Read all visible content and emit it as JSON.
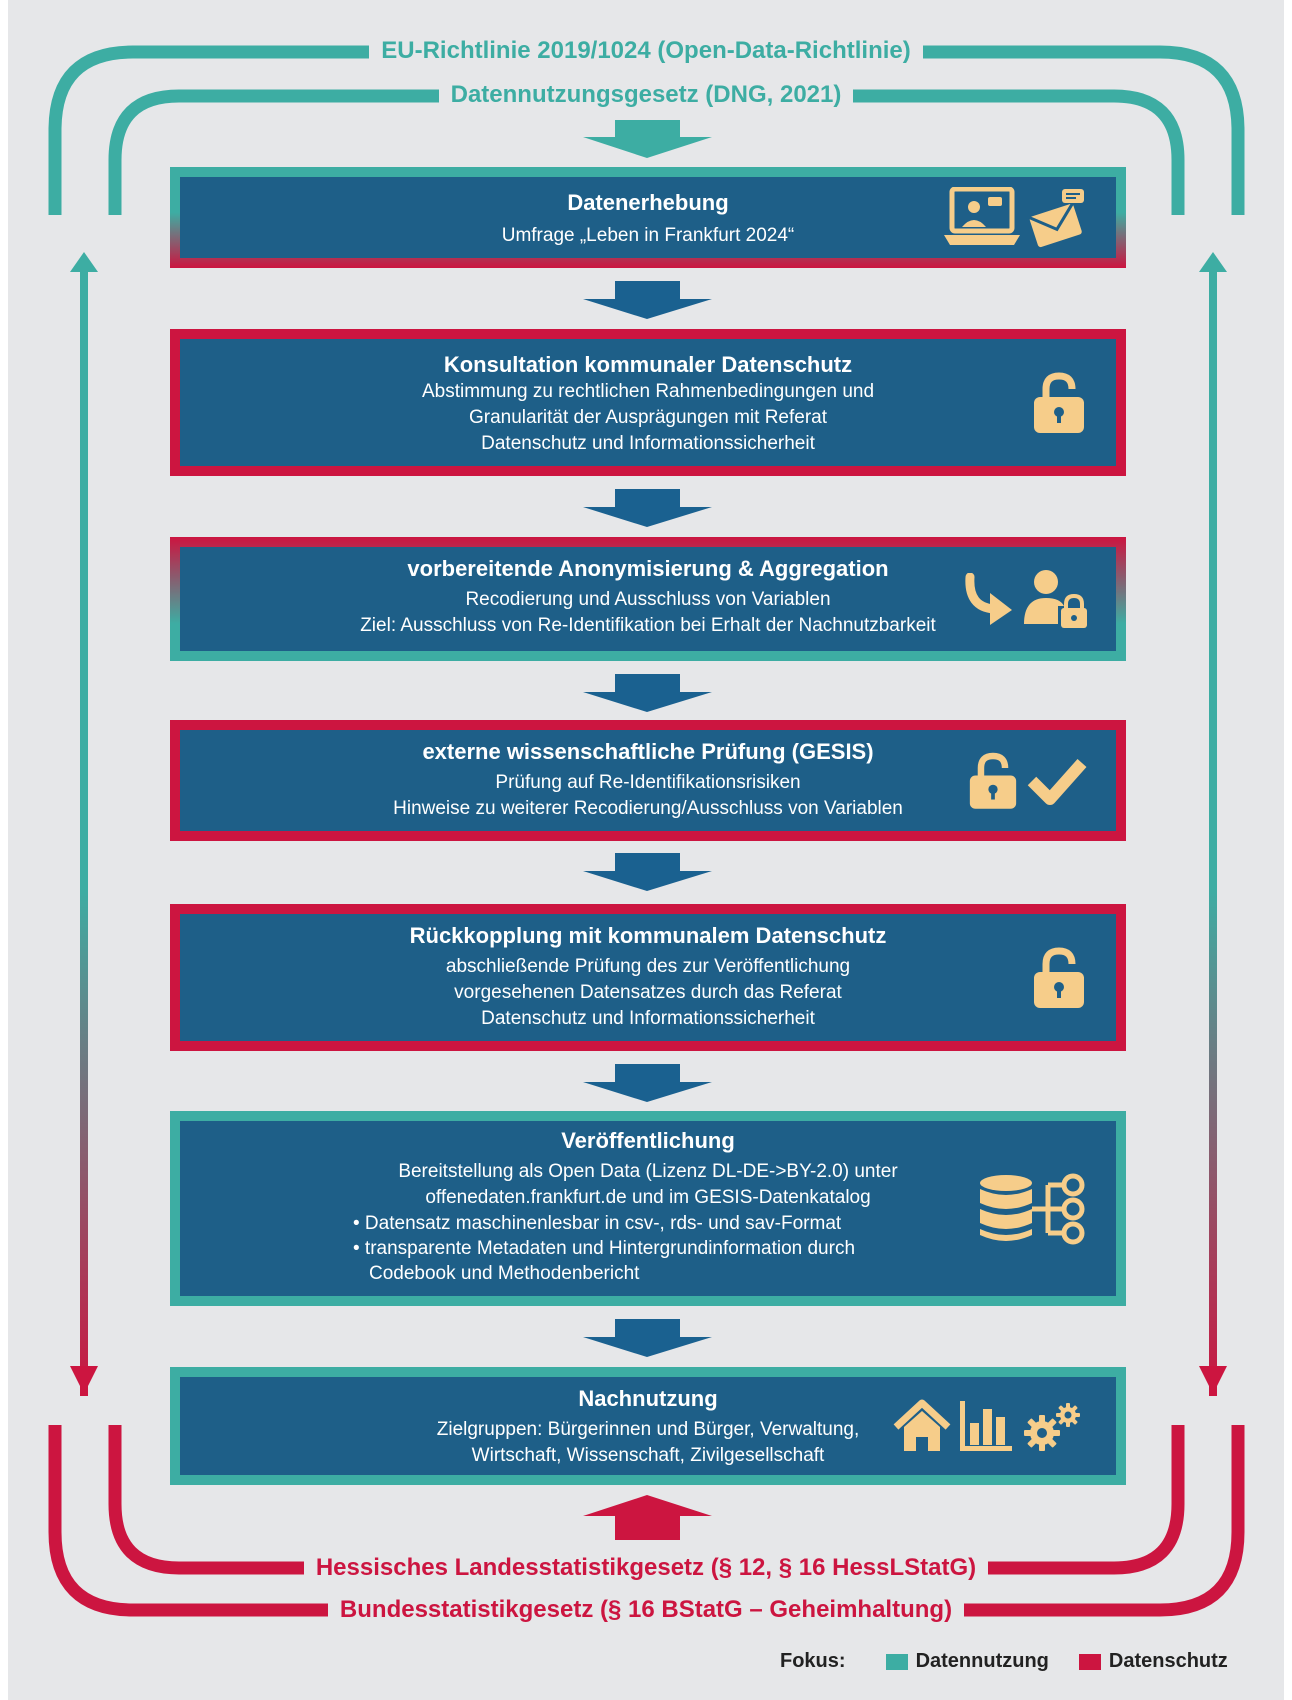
{
  "laws": {
    "top_outer": "EU-Richtlinie 2019/1024 (Open-Data-Richtlinie)",
    "top_inner": "Datennutzungsgesetz (DNG, 2021)",
    "bottom_inner": "Hessisches Landesstatistikgesetz (§ 12, § 16 HessLStatG)",
    "bottom_outer": "Bundesstatistikgesetz (§ 16 BStatG – Geheimhaltung)"
  },
  "steps": [
    {
      "title": "Datenerhebung",
      "lines": [
        "Umfrage „Leben in Frankfurt 2024“"
      ],
      "icons": [
        "laptop-video-icon",
        "envelope-message-icon"
      ]
    },
    {
      "title": "Konsultation kommunaler Datenschutz",
      "lines": [
        "Abstimmung zu rechtlichen Rahmenbedingungen und",
        "Granularität der Ausprägungen mit Referat",
        "Datenschutz und Informationssicherheit"
      ],
      "icons": [
        "lock-icon"
      ]
    },
    {
      "title": "vorbereitende Anonymisierung & Aggregation",
      "lines": [
        "Recodierung und Ausschluss von Variablen",
        "Ziel: Ausschluss von Re-Identifikation bei Erhalt der Nachnutzbarkeit"
      ],
      "icons": [
        "arrow-share-icon",
        "user-lock-icon"
      ]
    },
    {
      "title": "externe wissenschaftliche Prüfung (GESIS)",
      "lines": [
        "Prüfung auf Re-Identifikationsrisiken",
        "Hinweise zu weiterer Recodierung/Ausschluss von Variablen"
      ],
      "icons": [
        "lock-icon",
        "checkmark-icon"
      ]
    },
    {
      "title": "Rückkopplung mit kommunalem Datenschutz",
      "lines": [
        "abschließende Prüfung des zur Veröffentlichung",
        "vorgesehenen Datensatzes durch das Referat",
        "Datenschutz und Informationssicherheit"
      ],
      "icons": [
        "lock-icon"
      ]
    },
    {
      "title": "Veröffentlichung",
      "lines": [
        "Bereitstellung als Open Data (Lizenz DL-DE->BY-2.0) unter",
        "offenedaten.frankfurt.de und im GESIS-Datenkatalog"
      ],
      "bullets": [
        "• Datensatz maschinenlesbar in csv-, rds- und sav-Format",
        "• transparente Metadaten und Hintergrundinformation durch Codebook und Methodenbericht"
      ],
      "icons": [
        "database-network-icon"
      ]
    },
    {
      "title": "Nachnutzung",
      "lines": [
        "Zielgruppen: Bürgerinnen und Bürger, Verwaltung,",
        "Wirtschaft, Wissenschaft, Zivilgesellschaft"
      ],
      "icons": [
        "house-icon",
        "bar-chart-icon",
        "gears-icon"
      ]
    }
  ],
  "legend": {
    "label": "Fokus:",
    "items": [
      {
        "label": "Datennutzung",
        "color": "#3dada3"
      },
      {
        "label": "Datenschutz",
        "color": "#cc1540"
      }
    ]
  },
  "colors": {
    "teal": "#3dada3",
    "red": "#cc1540",
    "box": "#1e5f88",
    "arrow": "#1a6190",
    "icon": "#f6cd8a",
    "background": "#e6e7e9"
  }
}
